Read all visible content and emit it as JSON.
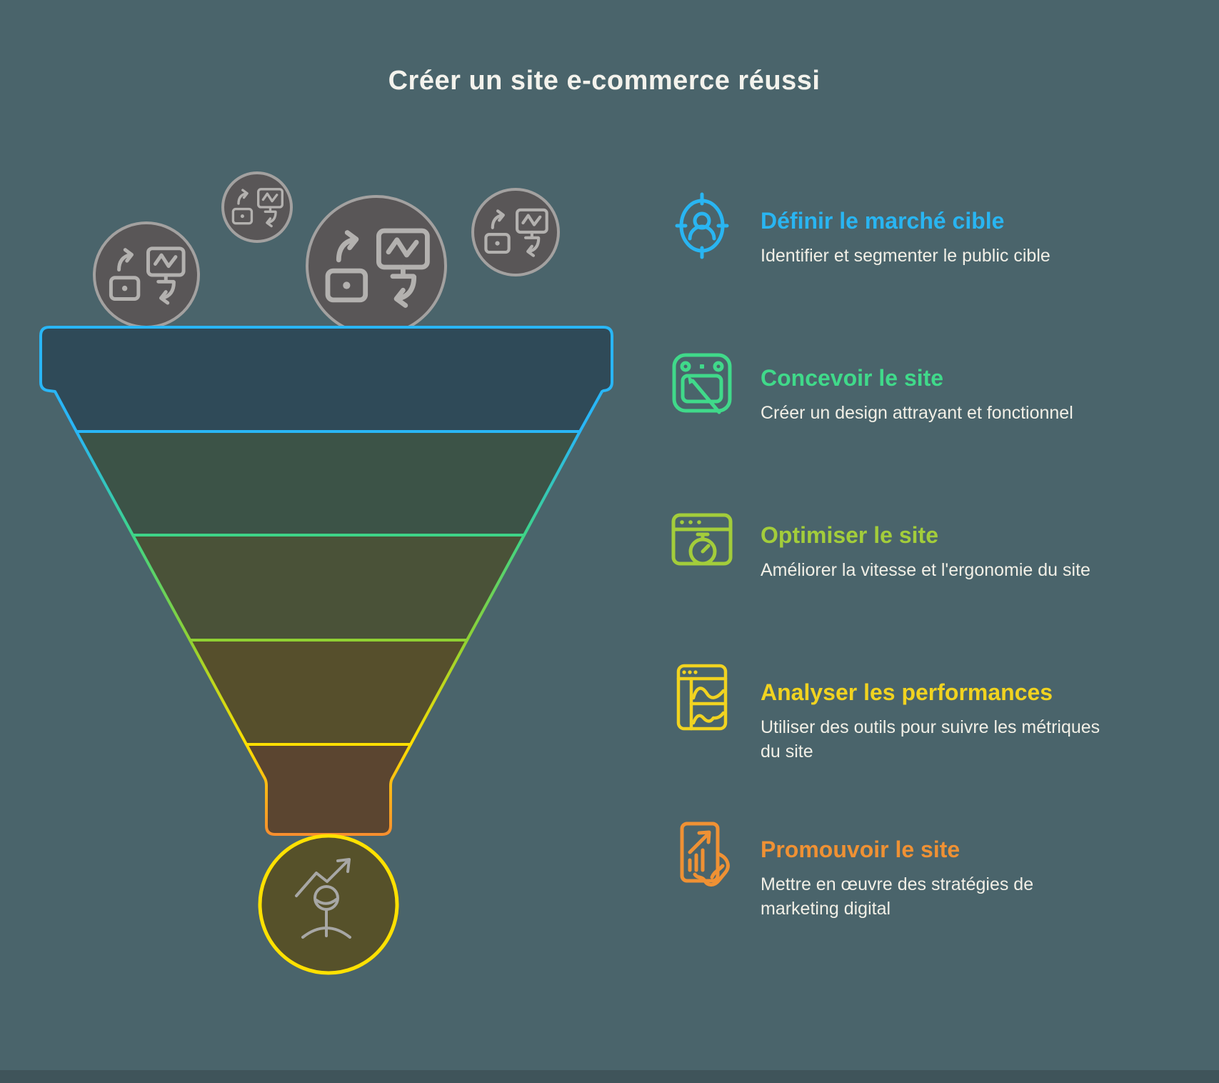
{
  "page_title": "Créer un site e-commerce réussi",
  "background_color": "#4a646b",
  "steps": [
    {
      "title": "Définir le marché cible",
      "subtitle": "Identifier et segmenter le public cible",
      "color": "#29b5f2",
      "icon": "target-user-icon"
    },
    {
      "title": "Concevoir le site",
      "subtitle": "Créer un design attrayant et fonctionnel",
      "color": "#40d98a",
      "icon": "design-tablet-pen-icon"
    },
    {
      "title": "Optimiser le site",
      "subtitle": "Améliorer la vitesse et l'ergonomie du site",
      "color": "#a3cd3b",
      "icon": "browser-stopwatch-icon"
    },
    {
      "title": "Analyser les performances",
      "subtitle": "Utiliser des outils pour suivre les métriques\ndu site",
      "color": "#f1d320",
      "icon": "dashboard-charts-icon"
    },
    {
      "title": "Promouvoir le site",
      "subtitle": "Mettre en œuvre des stratégies de\nmarketing digital",
      "color": "#ef9134",
      "icon": "hand-promote-icon"
    }
  ],
  "funnel": {
    "sections": [
      {
        "name": "stage-1",
        "fill": "#2f4a58",
        "stroke": "#29b6f6"
      },
      {
        "name": "stage-2",
        "fill": "#3c5347",
        "stroke_top": "#29b6f6",
        "stroke_bottom": "#3ed488"
      },
      {
        "name": "stage-3",
        "fill": "#4a5238",
        "stroke_top": "#3ed488",
        "stroke_bottom": "#8fd133"
      },
      {
        "name": "stage-4",
        "fill": "#564f2c",
        "stroke_top": "#8fd133",
        "stroke_bottom": "#ffdf00"
      },
      {
        "name": "stage-5",
        "fill": "#5b4530",
        "stroke_top": "#ffdf00",
        "stroke_bottom": "#f78f2e"
      }
    ],
    "outlet_circle": {
      "fill": "#56512a",
      "stroke": "#ffe100",
      "icon": "growth-person-icon",
      "icon_color": "#a7a7a5"
    },
    "input_circles": {
      "count": 4,
      "fill": "#595657",
      "stroke": "#a3a1a0",
      "icon": "data-sync-icon",
      "icon_stroke": "#b3b1af"
    }
  }
}
